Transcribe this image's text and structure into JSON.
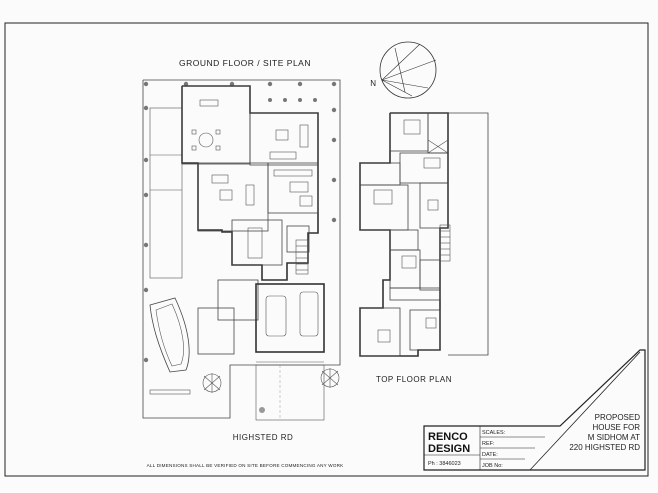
{
  "titles": {
    "ground": "GROUND FLOOR / SITE PLAN",
    "top": "TOP FLOOR PLAN",
    "street": "HIGHSTED RD",
    "note": "ALL DIMENSIONS SHALL BE VERIFIED ON SITE BEFORE COMMENCING ANY WORK"
  },
  "compass": {
    "north": "N"
  },
  "title_block": {
    "company_line1": "RENCO",
    "company_line2": "DESIGN",
    "phone": "Ph : 3846023",
    "scale_label": "SCALES:",
    "ref_label": "REF:",
    "date_label": "DATE:",
    "job_label": "JOB No:",
    "project": [
      "PROPOSED",
      "HOUSE FOR",
      "M SIDHOM AT",
      "220 HIGHSTED RD"
    ]
  }
}
